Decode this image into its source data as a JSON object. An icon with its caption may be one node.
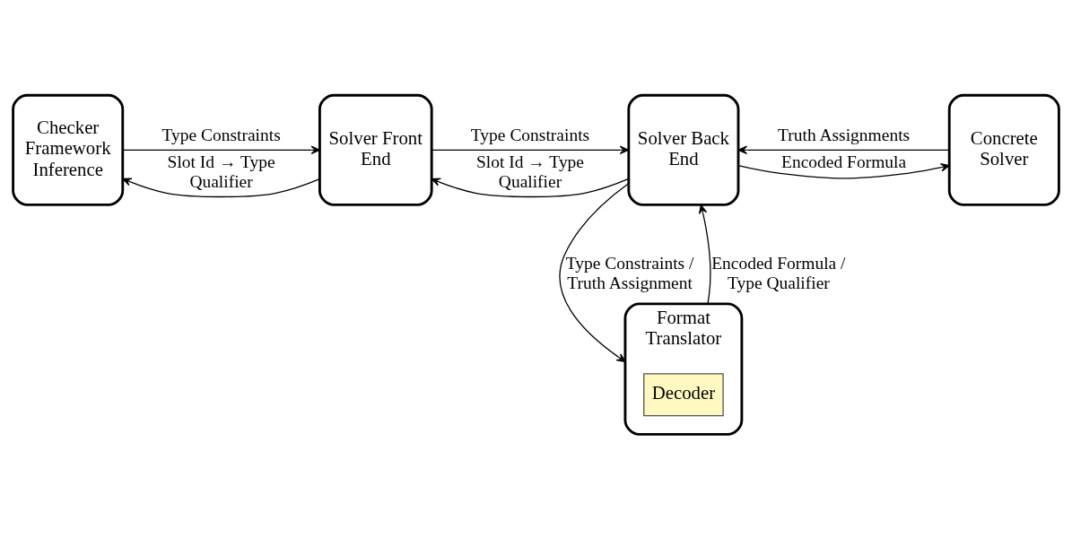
{
  "diagram": {
    "nodes": [
      {
        "text": [
          "Checker Framework Inference"
        ]
      },
      {
        "text": [
          "Solver Front End"
        ]
      },
      {
        "text": [
          "Solver Back End"
        ]
      },
      {
        "text": [
          "Concrete Solver"
        ]
      },
      {
        "text": [
          "Format Translator"
        ]
      },
      {
        "text": [
          "Decoder"
        ],
        "in": 4
      }
    ],
    "edges": [
      {
        "from": 0,
        "to": 1,
        "arrow": "to",
        "label": "Type Constraints"
      },
      {
        "from": 1,
        "to": 0,
        "arrow": "to",
        "label": "Slot Id → Type Qualifier"
      },
      {
        "from": 1,
        "to": 2,
        "arrow": "to",
        "label": "Type Constraints"
      },
      {
        "from": 2,
        "to": 1,
        "arrow": "to",
        "label": "Slot Id → Type Qualifier"
      },
      {
        "from": 2,
        "to": 3,
        "arrow": "to",
        "label": "Encoded Formula"
      },
      {
        "from": 3,
        "to": 2,
        "arrow": "to",
        "label": "Truth Assignments"
      },
      {
        "from": 2,
        "to": 4,
        "arrow": "to",
        "label": "Type Constraints / Truth Assignment"
      },
      {
        "from": 4,
        "to": 2,
        "arrow": "to",
        "label": "Encoded Formula / Type Qualifier"
      }
    ]
  }
}
